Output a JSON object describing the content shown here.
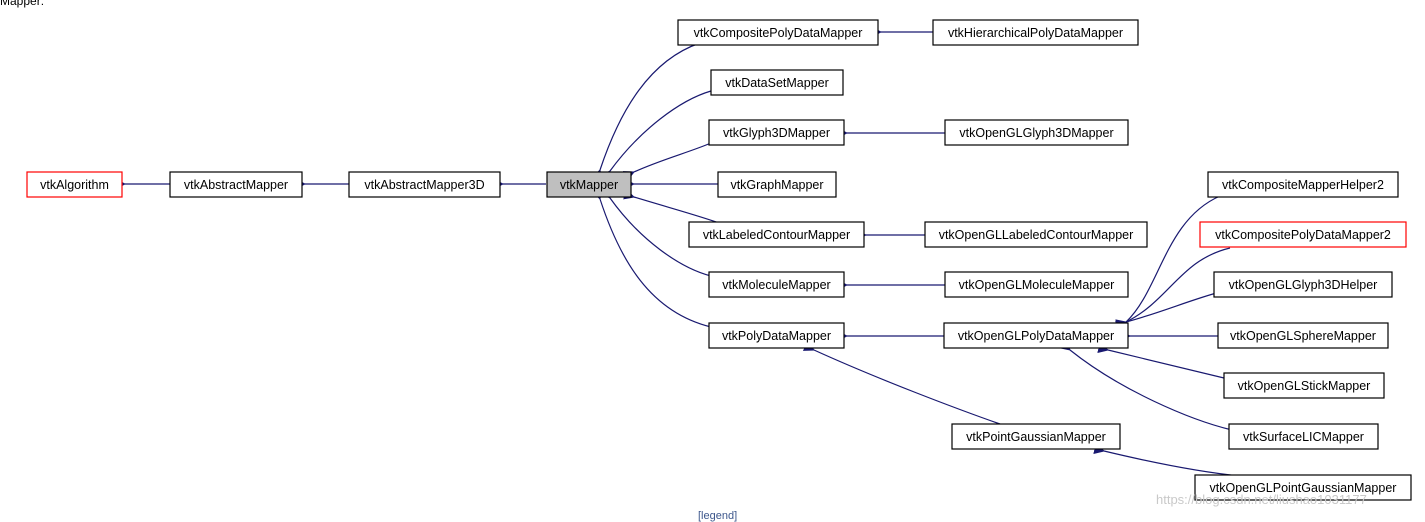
{
  "caption": "Mapper:",
  "legend_link": "[legend]",
  "watermark": "https://blog.csdn.net/liushao1031177",
  "nodes": {
    "vtkAlgorithm": "vtkAlgorithm",
    "vtkAbstractMapper": "vtkAbstractMapper",
    "vtkAbstractMapper3D": "vtkAbstractMapper3D",
    "vtkMapper": "vtkMapper",
    "vtkCompositePolyDataMapper": "vtkCompositePolyDataMapper",
    "vtkHierarchicalPolyDataMapper": "vtkHierarchicalPolyDataMapper",
    "vtkDataSetMapper": "vtkDataSetMapper",
    "vtkGlyph3DMapper": "vtkGlyph3DMapper",
    "vtkOpenGLGlyph3DMapper": "vtkOpenGLGlyph3DMapper",
    "vtkGraphMapper": "vtkGraphMapper",
    "vtkLabeledContourMapper": "vtkLabeledContourMapper",
    "vtkOpenGLLabeledContourMapper": "vtkOpenGLLabeledContourMapper",
    "vtkMoleculeMapper": "vtkMoleculeMapper",
    "vtkOpenGLMoleculeMapper": "vtkOpenGLMoleculeMapper",
    "vtkPolyDataMapper": "vtkPolyDataMapper",
    "vtkOpenGLPolyDataMapper": "vtkOpenGLPolyDataMapper",
    "vtkPointGaussianMapper": "vtkPointGaussianMapper",
    "vtkOpenGLPointGaussianMapper": "vtkOpenGLPointGaussianMapper",
    "vtkCompositeMapperHelper2": "vtkCompositeMapperHelper2",
    "vtkCompositePolyDataMapper2": "vtkCompositePolyDataMapper2",
    "vtkOpenGLGlyph3DHelper": "vtkOpenGLGlyph3DHelper",
    "vtkOpenGLSphereMapper": "vtkOpenGLSphereMapper",
    "vtkOpenGLStickMapper": "vtkOpenGLStickMapper",
    "vtkSurfaceLICMapper": "vtkSurfaceLICMapper"
  },
  "edge_color": "#191970",
  "self_fill": "#bfbfbf",
  "external_border": "#ff0000"
}
